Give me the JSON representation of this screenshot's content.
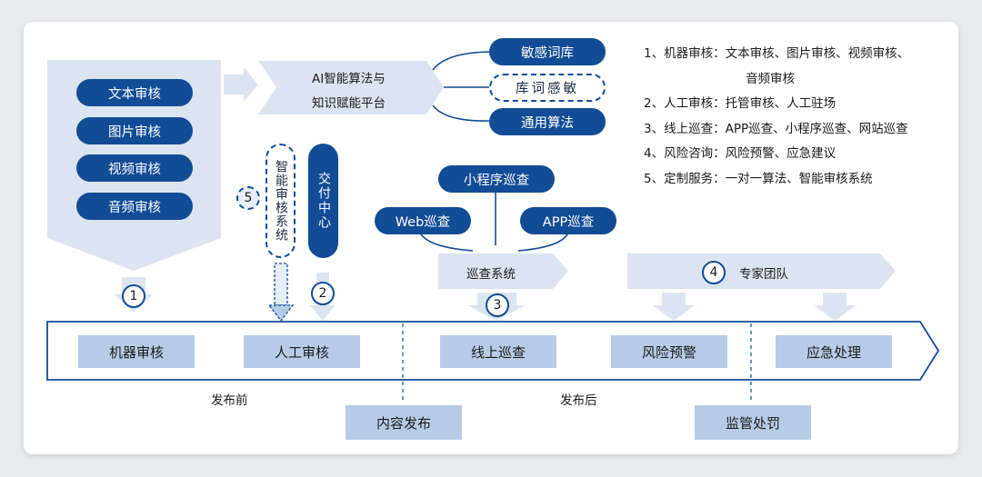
{
  "colors": {
    "dark_blue": "#124c96",
    "light_blue": "#b6cce6",
    "pale_blue": "#dbe5f1"
  },
  "machine_review_group": {
    "items": [
      "文本审核",
      "图片审核",
      "视频审核",
      "音频审核"
    ]
  },
  "ai_platform": {
    "line1": "AI智能算法与",
    "line2": "知识赋能平台"
  },
  "platform_outputs": {
    "top": "敏感词库",
    "middle": "库词感敏",
    "bottom": "通用算法"
  },
  "smart_review_system": {
    "label": "智能审核系统",
    "badge": "5"
  },
  "delivery_center": {
    "label": "交付中心",
    "badge": "2"
  },
  "patrol": {
    "mini_program": "小程序巡查",
    "web": "Web巡查",
    "app": "APP巡查",
    "system": "巡查系统",
    "badge": "3"
  },
  "expert_team": {
    "badge": "4",
    "label": "专家团队"
  },
  "step1_badge": "1",
  "pipeline": {
    "stages": [
      "机器审核",
      "人工审核",
      "线上巡查",
      "风险预警",
      "应急处理"
    ]
  },
  "phases": {
    "before": "发布前",
    "after": "发布后"
  },
  "bottom_boxes": {
    "publish": "内容发布",
    "supervision": "监管处罚"
  },
  "legend": {
    "items": [
      "1、机器审核：文本审核、图片审核、视频审核、",
      "音频审核",
      "2、人工审核：托管审核、人工驻场",
      "3、线上巡查：APP巡查、小程序巡查、网站巡查",
      "4、风险咨询：风险预警、应急建议",
      "5、定制服务：一对一算法、智能审核系统"
    ]
  }
}
